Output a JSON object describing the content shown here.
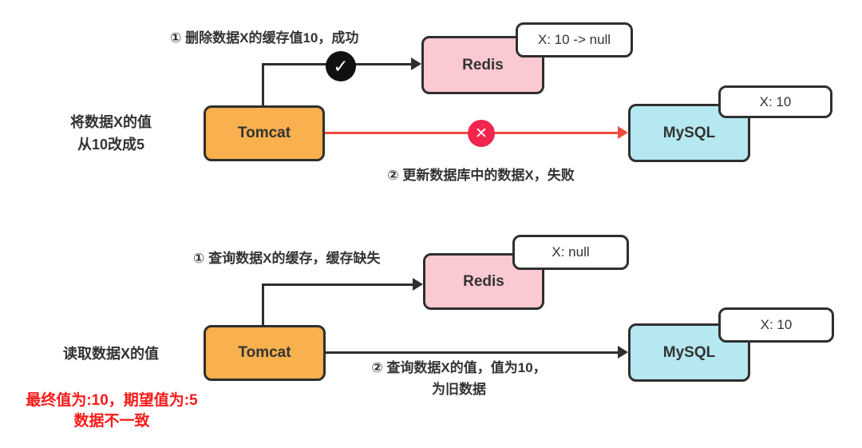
{
  "colors": {
    "node_border": "#2f2f2f",
    "tomcat_fill": "#f9b04e",
    "redis_fill": "#fbc9d2",
    "mysql_fill": "#b5e8f0",
    "badge_fill": "#ffffff",
    "black_arrow": "#2f2f2f",
    "red_arrow": "#f04b3a",
    "failure_icon_fill": "#f1254d",
    "success_icon_fill": "#111111",
    "alert_text": "#fa1a1a",
    "text": "#333333"
  },
  "icons": {
    "success_glyph": "✓",
    "failure_glyph": "✕"
  },
  "scenario_update": {
    "side_label_line1": "将数据X的值",
    "side_label_line2": "从10改成5",
    "step1_label": "① 删除数据X的缓存值10，成功",
    "step2_label": "② 更新数据库中的数据X，失败",
    "nodes": {
      "tomcat": "Tomcat",
      "redis": "Redis",
      "mysql": "MySQL"
    },
    "redis_badge": "X: 10 -> null",
    "mysql_badge": "X: 10"
  },
  "scenario_read": {
    "side_label": "读取数据X的值",
    "step1_label": "① 查询数据X的缓存，缓存缺失",
    "step2_label_line1": "② 查询数据X的值，值为10，",
    "step2_label_line2": "为旧数据",
    "nodes": {
      "tomcat": "Tomcat",
      "redis": "Redis",
      "mysql": "MySQL"
    },
    "redis_badge": "X: null",
    "mysql_badge": "X: 10",
    "result_line1": "最终值为:10，期望值为:5",
    "result_line2": "数据不一致"
  }
}
